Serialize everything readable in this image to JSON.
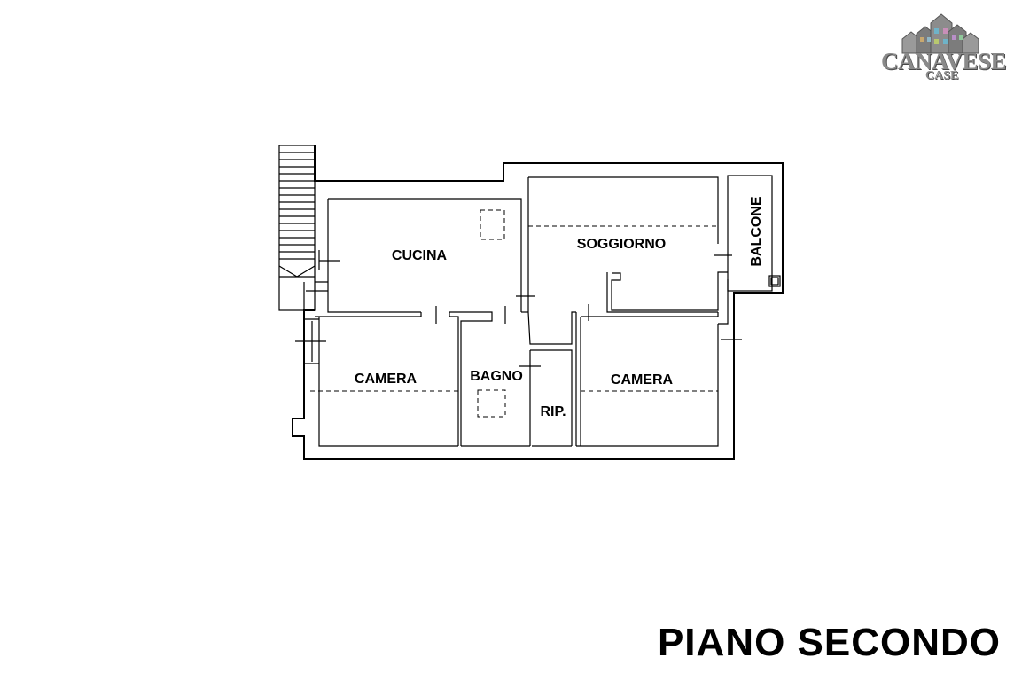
{
  "logo": {
    "brand_main": "CANAVESE",
    "brand_sub": "CASE",
    "icon": "houses-logo-icon"
  },
  "floor_title": "PIANO SECONDO",
  "rooms": {
    "cucina": "CUCINA",
    "soggiorno": "SOGGIORNO",
    "balcone": "BALCONE",
    "camera_left": "CAMERA",
    "bagno": "BAGNO",
    "camera_right": "CAMERA",
    "ripostiglio": "RIP."
  },
  "colors": {
    "lines": "#000000",
    "background": "#ffffff",
    "logo_grey": "#8a8a8a"
  }
}
